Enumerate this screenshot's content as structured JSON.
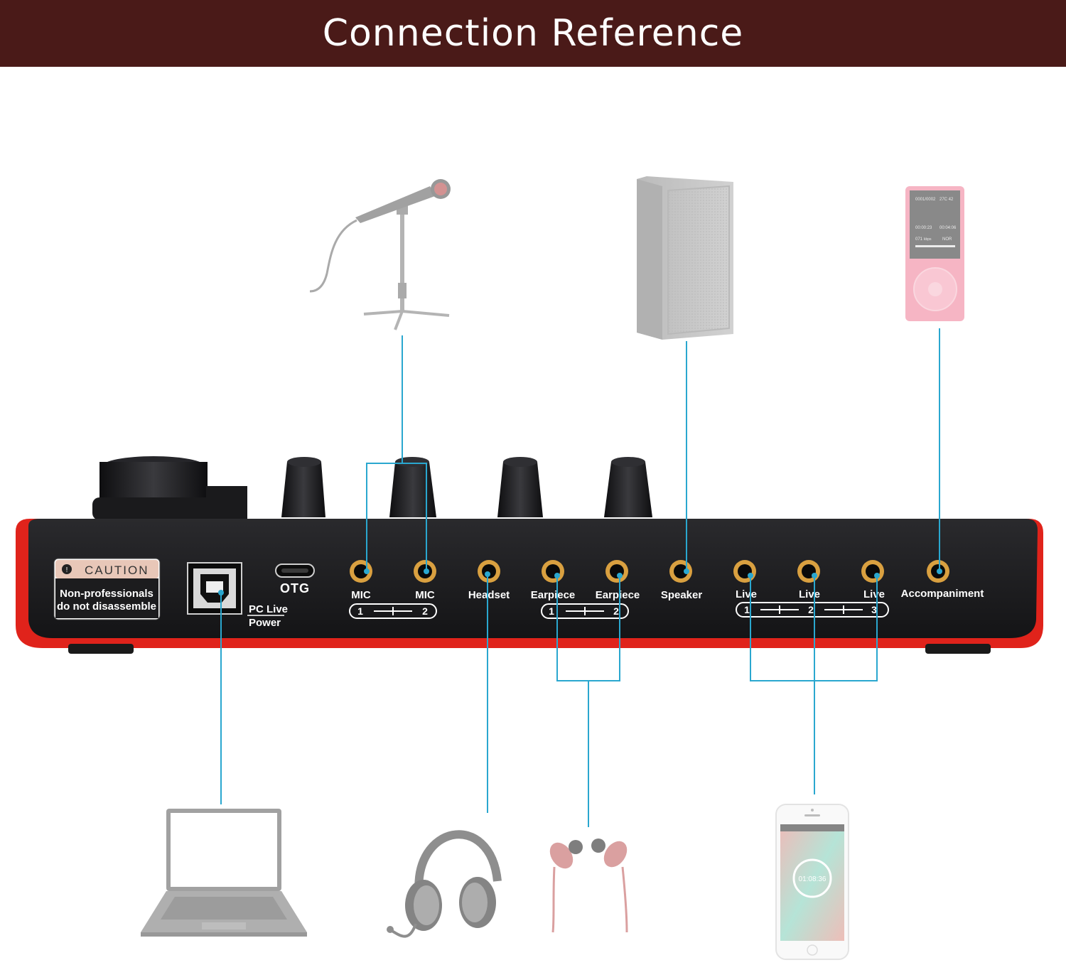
{
  "header": {
    "title": "Connection Reference"
  },
  "colors": {
    "banner": "#4a1a18",
    "connector_line": "#2aa7cf",
    "device_body": "#1c1c1e",
    "device_trim": "#e0231b",
    "jack_ring": "#d9a040",
    "caution_bg": "#e8c7b8"
  },
  "caution": {
    "title": "CAUTION",
    "line1": "Non-professionals",
    "line2": "do not disassemble"
  },
  "ports": {
    "usb_label1": "PC Live",
    "usb_label2": "Power",
    "otg": "OTG",
    "mic1": "MIC",
    "mic2": "MIC",
    "headset": "Headset",
    "earpiece1": "Earpiece",
    "earpiece2": "Earpiece",
    "speaker": "Speaker",
    "live1": "Live",
    "live2": "Live",
    "live3": "Live",
    "accompaniment": "Accompaniment"
  },
  "groups": {
    "mic": {
      "left": "1",
      "right": "2"
    },
    "earpiece": {
      "left": "1",
      "right": "2"
    },
    "live": {
      "left": "1",
      "middle": "2",
      "right": "3"
    }
  },
  "devices": {
    "microphone": "microphone-icon",
    "speaker": "speaker-icon",
    "mp3_player": "mp3-player-icon",
    "laptop": "laptop-icon",
    "headphones": "headphones-icon",
    "earphones": "earphones-icon",
    "smartphone": "smartphone-icon"
  },
  "mp3_screen": {
    "row1_left": "0001/0002",
    "row1_right": "27C 42",
    "row2_left": "00:00:23",
    "row2_right": "00:04:06",
    "row3_left": "071",
    "row3_mid": "kbps",
    "row3_right": "NOR"
  },
  "phone_screen": {
    "clock": "01:08:36"
  }
}
